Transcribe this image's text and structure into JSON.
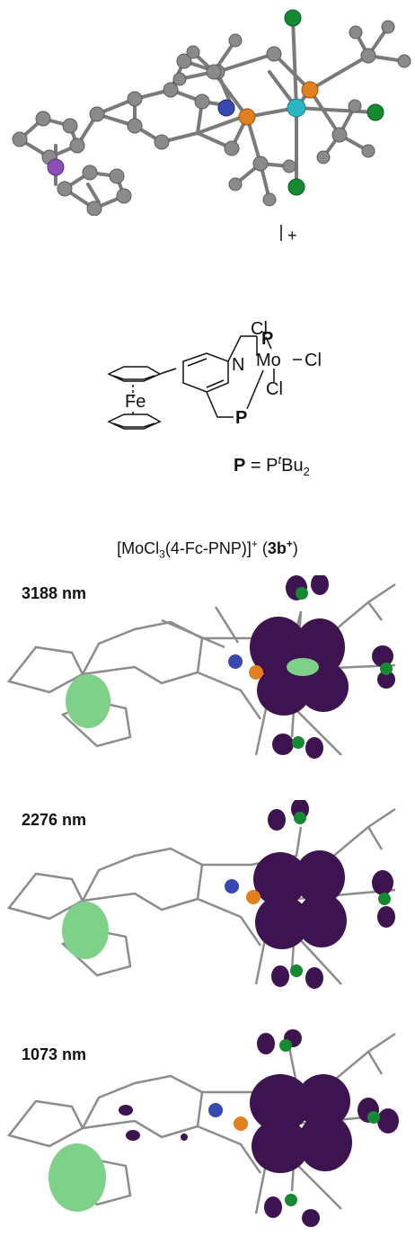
{
  "structure_3d": {
    "atoms": {
      "carbon": "#8a8a8c",
      "nitrogen": "#3748b0",
      "phosphorus": "#e0801e",
      "molybdenum": "#2ab6c4",
      "chlorine": "#158a32",
      "iron": "#8a50b8"
    },
    "bond_color": "#7a7a7c"
  },
  "scheme": {
    "cl_top": "Cl",
    "p_top": "P",
    "charge": "+",
    "n": "N",
    "mo": "Mo",
    "cl_right": "Cl",
    "fe": "Fe",
    "p_bottom": "P",
    "cl_bottom": "Cl",
    "p_def_bold": "P",
    "p_def_rest": " = P",
    "tbu_t": "t",
    "tbu_bu": "Bu",
    "tbu_sub": "2"
  },
  "caption": {
    "main": "[MoCl",
    "sub3": "3",
    "ligand": "(4-Fc-PNP)]",
    "sup": "+",
    "open": " (",
    "compound": "3b",
    "compound_sup": "+",
    "close": ")"
  },
  "orbitals": [
    {
      "label": "3188 nm"
    },
    {
      "label": "2276 nm"
    },
    {
      "label": "1073 nm"
    }
  ],
  "colors": {
    "orbital_negative": "#3e1450",
    "orbital_positive": "#7fd089",
    "wire": "#8c8c8c"
  }
}
